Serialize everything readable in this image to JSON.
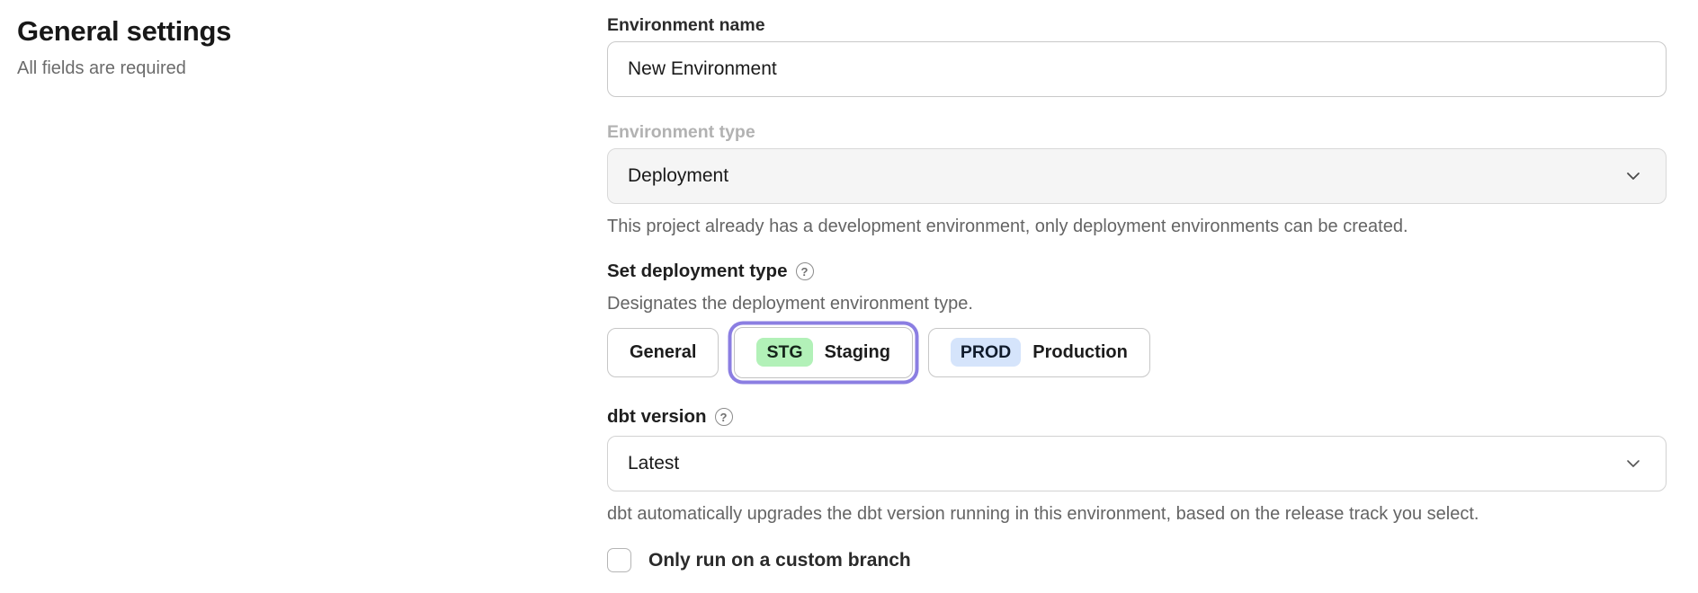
{
  "page": {
    "title": "General settings",
    "subtitle": "All fields are required"
  },
  "form": {
    "environment_name": {
      "label": "Environment name",
      "value": "New Environment"
    },
    "environment_type": {
      "label": "Environment type",
      "value": "Deployment",
      "disabled": true,
      "helper": "This project already has a development environment, only deployment environments can be created."
    },
    "deployment_type": {
      "label": "Set deployment type",
      "helper": "Designates the deployment environment type.",
      "options": [
        {
          "label": "General",
          "badge": "",
          "selected": false
        },
        {
          "label": "Staging",
          "badge": "STG",
          "selected": true
        },
        {
          "label": "Production",
          "badge": "PROD",
          "selected": false
        }
      ]
    },
    "dbt_version": {
      "label": "dbt version",
      "value": "Latest",
      "helper": "dbt automatically upgrades the dbt version running in this environment, based on the release track you select."
    },
    "custom_branch": {
      "label": "Only run on a custom branch",
      "checked": false
    }
  },
  "icons": {
    "help_glyph": "?"
  },
  "colors": {
    "selected_ring": "#8b7ee2",
    "staging_badge_bg": "#b2f1b8",
    "production_badge_bg": "#d5e4fb",
    "disabled_select_bg": "#f5f5f5"
  }
}
